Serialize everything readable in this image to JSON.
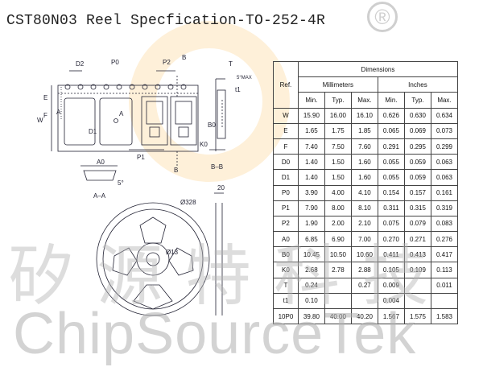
{
  "title": "CST80N03 Reel Specfication-TO-252-4R",
  "watermark": {
    "registered": "®",
    "chinese": "矽源特科技",
    "english": "ChipSourceTek"
  },
  "drawing": {
    "labels": {
      "D2": "D2",
      "P0": "P0",
      "P2": "P2",
      "B_top": "B",
      "T": "T",
      "angle": "5°MAX",
      "t1": "t1",
      "E": "E",
      "F": "F",
      "W": "W",
      "A_left": "A",
      "A_right": "A",
      "D1": "D1",
      "B0": "B0",
      "K0": "K0",
      "P1": "P1",
      "B_bottom": "B",
      "section_bb": "B–B",
      "A0": "A0",
      "five_deg": "5°",
      "section_aa": "A–A",
      "reel_width": "20",
      "reel_dia": "Ø328",
      "hub_dia": "Ø13"
    }
  },
  "table": {
    "header_dimensions": "Dimensions",
    "header_ref": "Ref.",
    "header_mm": "Millimeters",
    "header_in": "Inches",
    "sub_headers": [
      "Min.",
      "Typ.",
      "Max.",
      "Min.",
      "Typ.",
      "Max."
    ],
    "rows": [
      {
        "ref": "W",
        "mm": [
          "15.90",
          "16.00",
          "16.10"
        ],
        "in": [
          "0.626",
          "0.630",
          "0.634"
        ]
      },
      {
        "ref": "E",
        "mm": [
          "1.65",
          "1.75",
          "1.85"
        ],
        "in": [
          "0.065",
          "0.069",
          "0.073"
        ]
      },
      {
        "ref": "F",
        "mm": [
          "7.40",
          "7.50",
          "7.60"
        ],
        "in": [
          "0.291",
          "0.295",
          "0.299"
        ]
      },
      {
        "ref": "D0",
        "mm": [
          "1.40",
          "1.50",
          "1.60"
        ],
        "in": [
          "0.055",
          "0.059",
          "0.063"
        ]
      },
      {
        "ref": "D1",
        "mm": [
          "1.40",
          "1.50",
          "1.60"
        ],
        "in": [
          "0.055",
          "0.059",
          "0.063"
        ]
      },
      {
        "ref": "P0",
        "mm": [
          "3.90",
          "4.00",
          "4.10"
        ],
        "in": [
          "0.154",
          "0.157",
          "0.161"
        ]
      },
      {
        "ref": "P1",
        "mm": [
          "7.90",
          "8.00",
          "8.10"
        ],
        "in": [
          "0.311",
          "0.315",
          "0.319"
        ]
      },
      {
        "ref": "P2",
        "mm": [
          "1.90",
          "2.00",
          "2.10"
        ],
        "in": [
          "0.075",
          "0.079",
          "0.083"
        ]
      },
      {
        "ref": "A0",
        "mm": [
          "6.85",
          "6.90",
          "7.00"
        ],
        "in": [
          "0.270",
          "0.271",
          "0.276"
        ]
      },
      {
        "ref": "B0",
        "mm": [
          "10.45",
          "10.50",
          "10.60"
        ],
        "in": [
          "0.411",
          "0.413",
          "0.417"
        ]
      },
      {
        "ref": "K0",
        "mm": [
          "2.68",
          "2.78",
          "2.88"
        ],
        "in": [
          "0.105",
          "0.109",
          "0.113"
        ]
      },
      {
        "ref": "T",
        "mm": [
          "0.24",
          "",
          "0.27"
        ],
        "in": [
          "0.009",
          "",
          "0.011"
        ]
      },
      {
        "ref": "t1",
        "mm": [
          "0.10",
          "",
          ""
        ],
        "in": [
          "0.004",
          "",
          ""
        ]
      },
      {
        "ref": "10P0",
        "mm": [
          "39.80",
          "40.00",
          "40.20"
        ],
        "in": [
          "1.567",
          "1.575",
          "1.583"
        ]
      }
    ]
  }
}
